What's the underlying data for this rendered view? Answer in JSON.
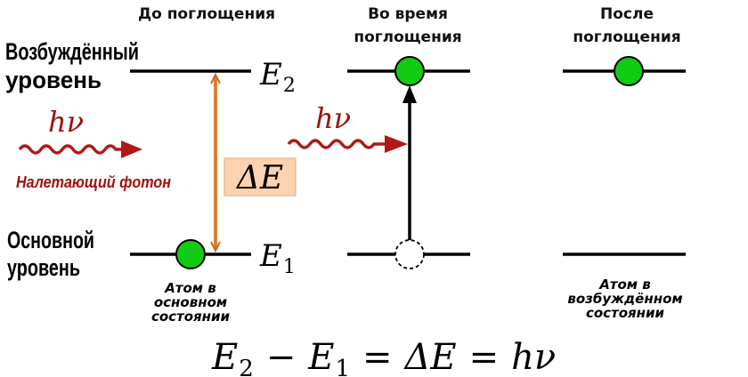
{
  "headers": {
    "before": "До поглощения",
    "during_line1": "Во время",
    "during_line2": "поглощения",
    "after_line1": "После",
    "after_line2": "поглощения"
  },
  "levels": {
    "excited_line1": "Возбуждённый",
    "excited_line2": "уровень",
    "ground_line1": "Основной",
    "ground_line2": "уровень",
    "e2_symbol": "E",
    "e2_sub": "2",
    "e1_symbol": "E",
    "e1_sub": "1"
  },
  "photon": {
    "symbol": "hν",
    "label": "Налетающий фотон"
  },
  "gap": {
    "symbol": "ΔE"
  },
  "notes": {
    "ground_line1": "Атом в",
    "ground_line2": "основном",
    "ground_line3": "состоянии",
    "excited_line1": "Атом в",
    "excited_line2": "возбуждённом",
    "excited_line3": "состоянии"
  },
  "equation": {
    "e": "E",
    "sub2": "2",
    "minus": "−",
    "sub1": "1",
    "eq": "=",
    "delta": "ΔE",
    "hnu": "hν"
  },
  "colors": {
    "electron": "#11cc11",
    "photon": "#b01818",
    "gap_arrow": "#e8873a",
    "gap_box": "#fbd3b0"
  }
}
